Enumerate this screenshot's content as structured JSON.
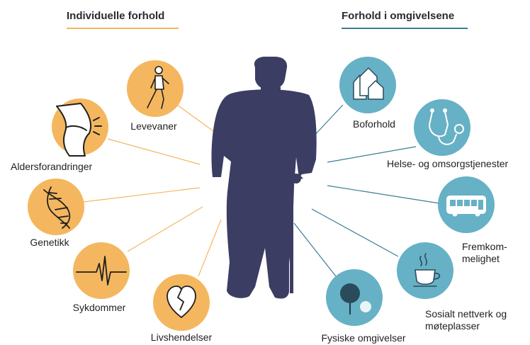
{
  "headings": {
    "left": "Individuelle forhold",
    "right": "Forhold i omgivelsene"
  },
  "colors": {
    "individual": "#f4b75f",
    "environment": "#66b1c6",
    "figure": "#3b3d63",
    "left_rule": "#f4b75f",
    "right_rule": "#3b7d94",
    "text": "#1f1f1f"
  },
  "individual_factors": [
    {
      "icon": "walking-person-icon",
      "label": "Levevaner"
    },
    {
      "icon": "knee-joint-icon",
      "label": "Aldersforandringer"
    },
    {
      "icon": "dna-helix-icon",
      "label": "Genetikk"
    },
    {
      "icon": "pulse-line-icon",
      "label": "Sykdommer"
    },
    {
      "icon": "broken-heart-icon",
      "label": "Livshendelser"
    }
  ],
  "environment_factors": [
    {
      "icon": "houses-icon",
      "label": "Boforhold"
    },
    {
      "icon": "stethoscope-icon",
      "label": "Helse- og omsorgstjenester"
    },
    {
      "icon": "bus-icon",
      "label_lines": [
        "Fremkom-",
        "melighet"
      ]
    },
    {
      "icon": "coffee-cup-icon",
      "label_lines": [
        "Sosialt nettverk og",
        "møteplasser"
      ]
    },
    {
      "icon": "tree-icon",
      "label": "Fysiske omgivelser"
    }
  ],
  "center_figure": "elderly-person-with-cane-icon"
}
